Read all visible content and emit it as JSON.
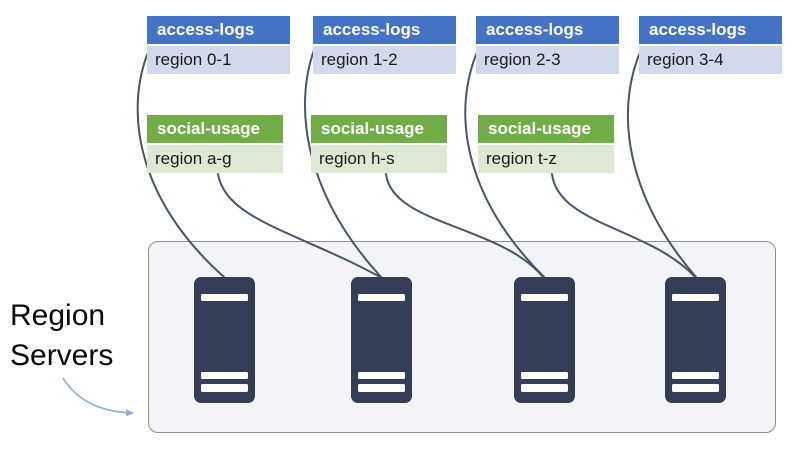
{
  "label": {
    "line1": "Region",
    "line2": "Servers"
  },
  "tables": {
    "access": [
      {
        "name": "access-logs",
        "region": "region 0-1"
      },
      {
        "name": "access-logs",
        "region": "region 1-2"
      },
      {
        "name": "access-logs",
        "region": "region 2-3"
      },
      {
        "name": "access-logs",
        "region": "region 3-4"
      }
    ],
    "social": [
      {
        "name": "social-usage",
        "region": "region a-g"
      },
      {
        "name": "social-usage",
        "region": "region h-s"
      },
      {
        "name": "social-usage",
        "region": "region t-z"
      }
    ]
  },
  "server_count": 4,
  "colors": {
    "access-header": "#4472C4",
    "access-row": "#D3D9EC",
    "social-header": "#70AD47",
    "social-row": "#DDE9D3",
    "server-body": "#353E59",
    "connector": "#475569",
    "pointer-arrow": "#8FAADC",
    "panel-fill": "#F2F4F8",
    "panel-border": "#8A9099",
    "header-text": "#FFFFFF",
    "row-text": "#1A1A1A"
  }
}
